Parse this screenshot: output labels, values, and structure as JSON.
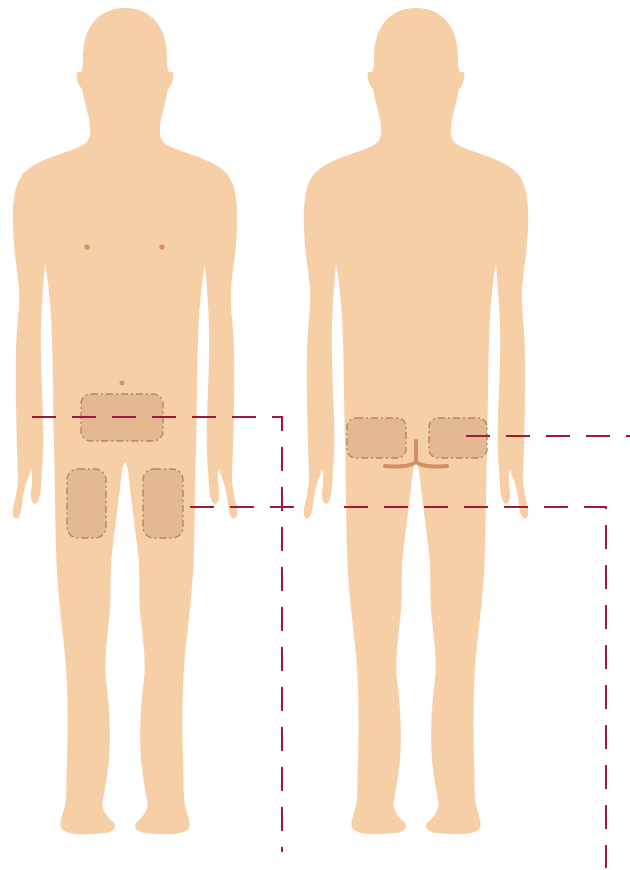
{
  "figures": [
    {
      "view": "front",
      "shows": [
        "navel",
        "nipples",
        "abdomen-site",
        "left-thigh-site",
        "right-thigh-site"
      ]
    },
    {
      "view": "back",
      "shows": [
        "buttocks-crease",
        "left-buttock-site",
        "right-buttock-site"
      ]
    }
  ],
  "sites": [
    {
      "id": "abdomen",
      "figure": "front"
    },
    {
      "id": "left-thigh",
      "figure": "front"
    },
    {
      "id": "right-thigh",
      "figure": "front"
    },
    {
      "id": "left-buttock",
      "figure": "back"
    },
    {
      "id": "right-buttock",
      "figure": "back"
    }
  ],
  "colors": {
    "skin": "#f6cfa6",
    "zone_fill": "#e4b891",
    "zone_border": "#b5865e",
    "anatomy_mark": "#d58e66",
    "leader_line": "#a0183c",
    "background": "#ffffff"
  },
  "leader_line_style": "dashed"
}
